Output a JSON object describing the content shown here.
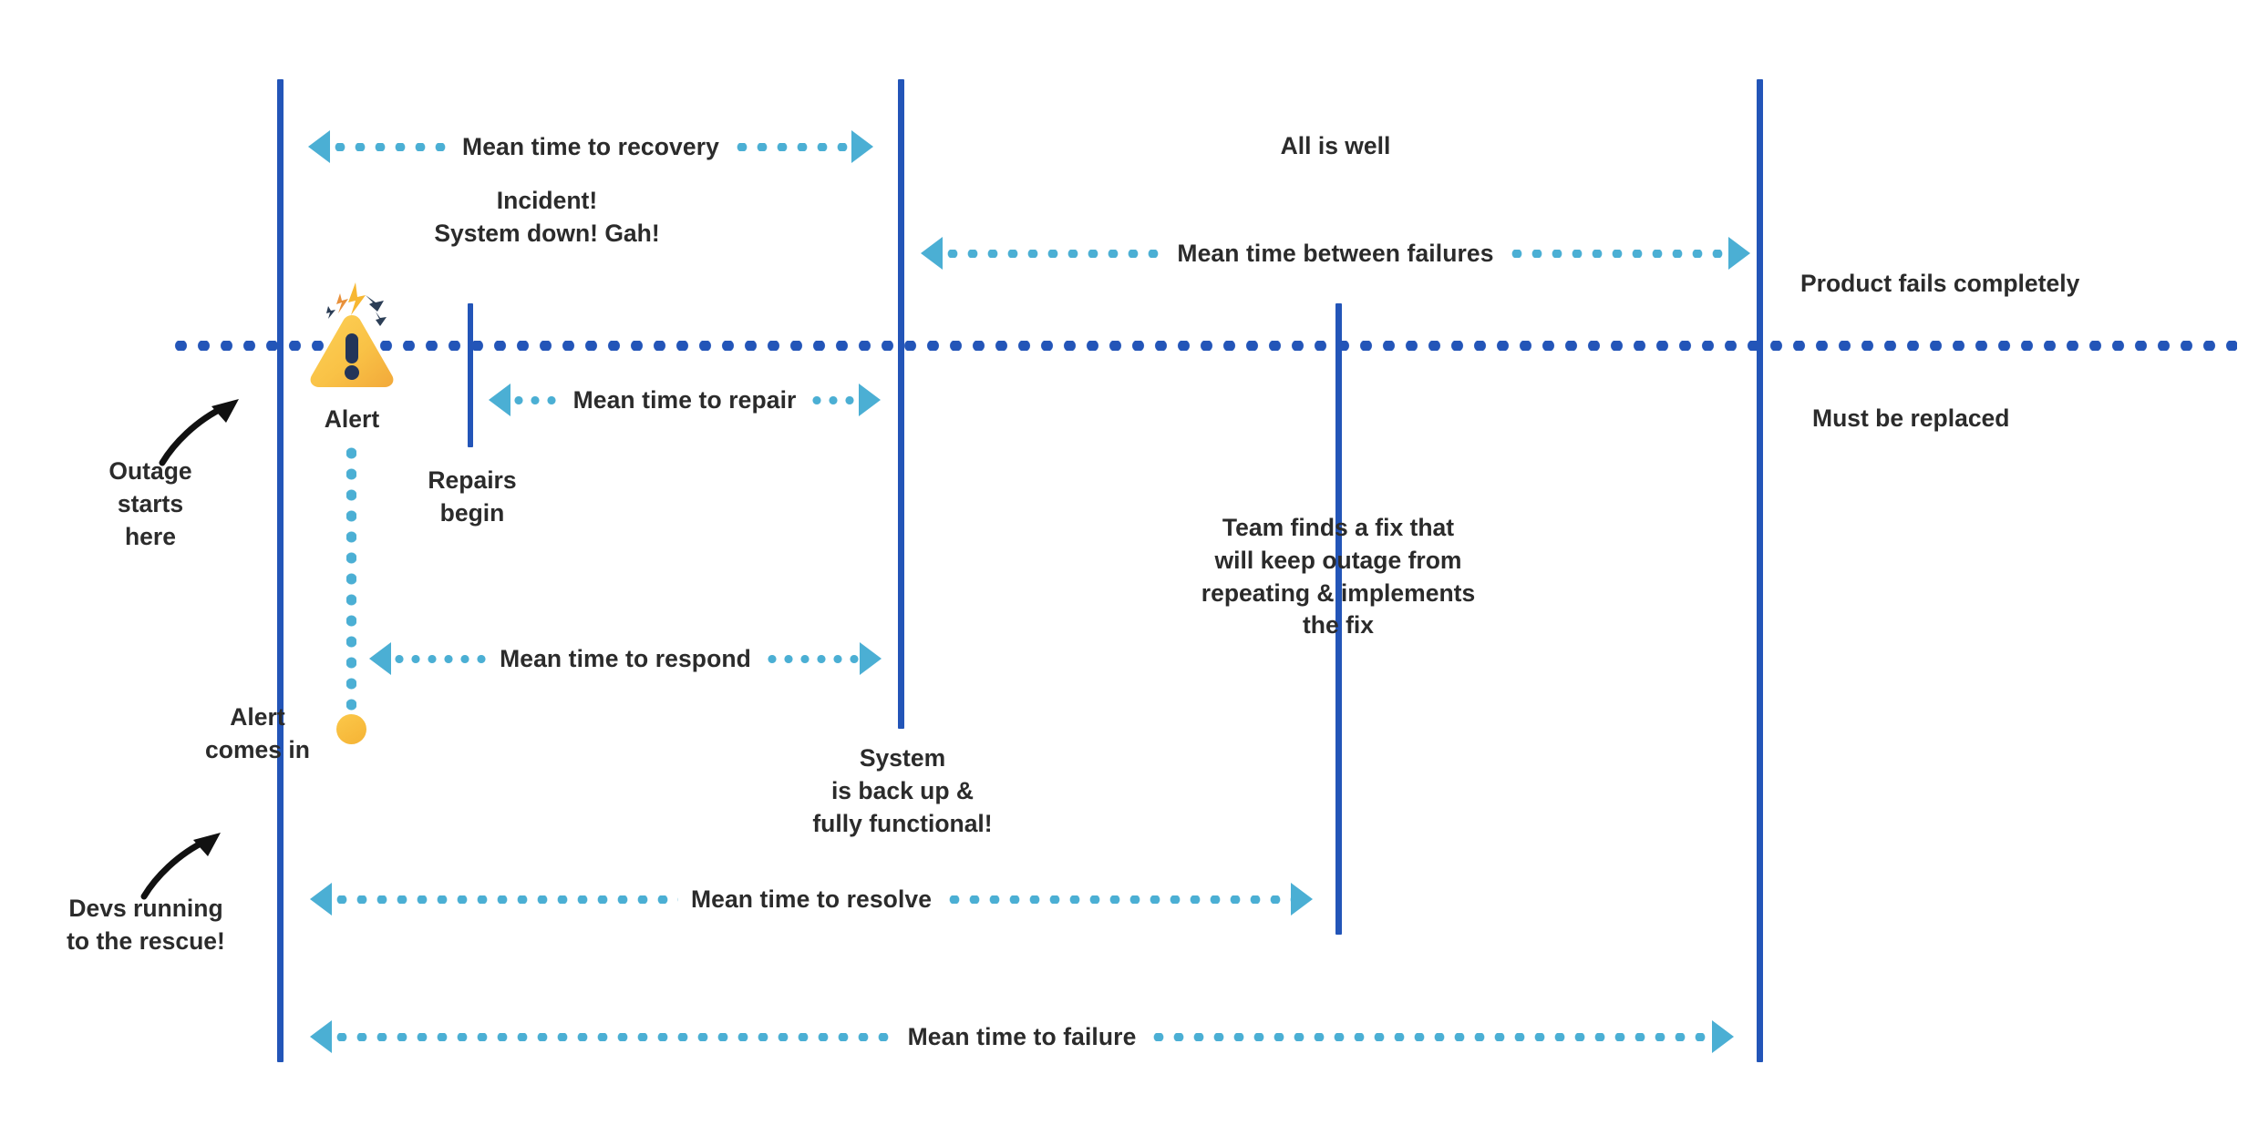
{
  "diagram": {
    "title": "Incident response timeline metrics",
    "colors": {
      "timeline_blue": "#2355B8",
      "measure_blue": "#4BAFD4",
      "alert_yellow": "#F5B335",
      "text_dark": "#2B2B2B"
    }
  },
  "measures": [
    {
      "id": "mttrecovery",
      "label": "Mean time to recovery"
    },
    {
      "id": "mtbf",
      "label": "Mean time between failures"
    },
    {
      "id": "mttrepair",
      "label": "Mean time to repair"
    },
    {
      "id": "mttrespond",
      "label": "Mean time to respond"
    },
    {
      "id": "mttresolve",
      "label": "Mean time to resolve"
    },
    {
      "id": "mttfailure",
      "label": "Mean time to failure"
    }
  ],
  "notes": {
    "incident": "Incident!\nSystem down! Gah!",
    "all_is_well": "All is well",
    "product_fails": "Product fails completely",
    "must_be_replaced": "Must be replaced",
    "alert": "Alert",
    "outage_starts": "Outage\nstarts\nhere",
    "repairs_begin": "Repairs\nbegin",
    "team_finds_fix": "Team finds a fix that\nwill keep outage from\nrepeating & implements\nthe fix",
    "alert_comes_in": "Alert\ncomes in",
    "system_back_up": "System\nis back up &\nfully functional!",
    "devs_running": "Devs running\nto the rescue!"
  },
  "icons": {
    "alert_triangle": "alert-triangle-icon",
    "alert_dot": "alert-dot-icon",
    "outage_pointer": "curved-arrow-up-right-icon",
    "devs_pointer": "curved-arrow-up-right-icon"
  }
}
